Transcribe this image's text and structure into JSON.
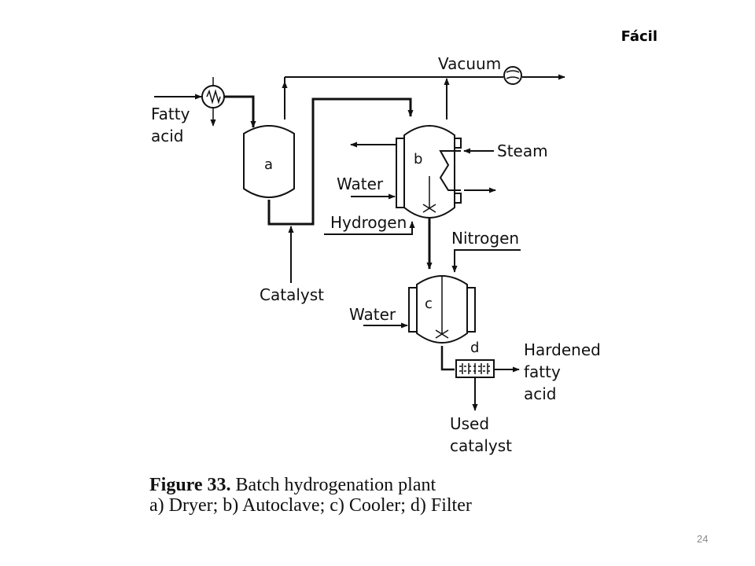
{
  "slide": {
    "tag": "Fácil",
    "page_number": "24"
  },
  "caption": {
    "figure_label": "Figure 33.",
    "title": "Batch hydrogenation plant",
    "legend": "a) Dryer; b) Autoclave; c) Cooler; d) Filter"
  },
  "diagram": {
    "labels": {
      "vacuum": "Vacuum",
      "fatty": "Fatty",
      "acid": "acid",
      "steam": "Steam",
      "water_b": "Water",
      "hydrogen": "Hydrogen",
      "nitrogen": "Nitrogen",
      "catalyst": "Catalyst",
      "water_c": "Water",
      "hardened": "Hardened",
      "fatty2": "fatty",
      "acid2": "acid",
      "used": "Used",
      "used_catalyst": "catalyst"
    },
    "vessels": {
      "a": "a",
      "b": "b",
      "c": "c",
      "d": "d"
    }
  }
}
